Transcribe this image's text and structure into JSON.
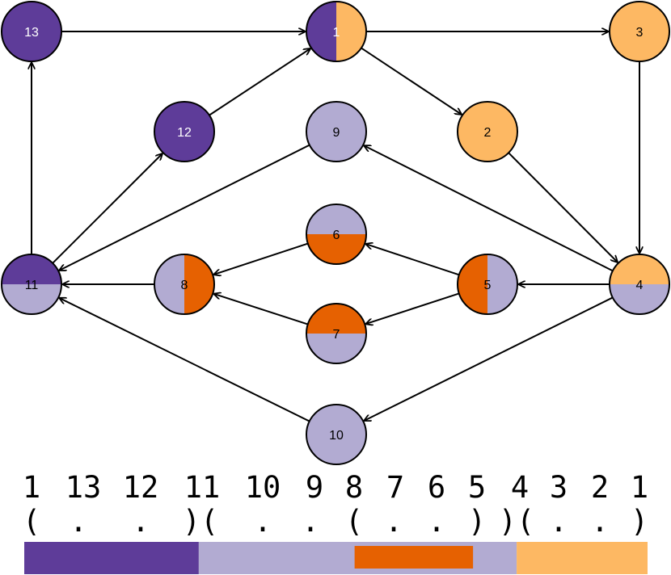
{
  "colors": {
    "dark_purple": "#5e3c99",
    "light_purple": "#b2abd2",
    "dark_orange": "#e66101",
    "light_orange": "#fdb863"
  },
  "nodes": {
    "n1": {
      "label": "1",
      "fill": "split-v",
      "left": "#5e3c99",
      "right": "#fdb863",
      "text_color": "#ffffff"
    },
    "n2": {
      "label": "2",
      "fill": "#fdb863",
      "text_color": "#000000"
    },
    "n3": {
      "label": "3",
      "fill": "#fdb863",
      "text_color": "#000000"
    },
    "n4": {
      "label": "4",
      "fill": "split-h",
      "top": "#fdb863",
      "bottom": "#b2abd2",
      "text_color": "#000000"
    },
    "n5": {
      "label": "5",
      "fill": "split-v",
      "left": "#e66101",
      "right": "#b2abd2",
      "text_color": "#000000"
    },
    "n6": {
      "label": "6",
      "fill": "split-h",
      "top": "#b2abd2",
      "bottom": "#e66101",
      "text_color": "#000000"
    },
    "n7": {
      "label": "7",
      "fill": "split-h",
      "top": "#e66101",
      "bottom": "#b2abd2",
      "text_color": "#000000"
    },
    "n8": {
      "label": "8",
      "fill": "split-v",
      "left": "#b2abd2",
      "right": "#e66101",
      "text_color": "#000000"
    },
    "n9": {
      "label": "9",
      "fill": "#b2abd2",
      "text_color": "#000000"
    },
    "n10": {
      "label": "10",
      "fill": "#b2abd2",
      "text_color": "#000000"
    },
    "n11": {
      "label": "11",
      "fill": "split-h",
      "top": "#5e3c99",
      "bottom": "#b2abd2",
      "text_color": "#000000"
    },
    "n12": {
      "label": "12",
      "fill": "#5e3c99",
      "text_color": "#ffffff"
    },
    "n13": {
      "label": "13",
      "fill": "#5e3c99",
      "text_color": "#ffffff"
    }
  },
  "edges": [
    [
      "n13",
      "n1"
    ],
    [
      "n1",
      "n3"
    ],
    [
      "n1",
      "n2"
    ],
    [
      "n3",
      "n4"
    ],
    [
      "n2",
      "n4"
    ],
    [
      "n4",
      "n9"
    ],
    [
      "n4",
      "n5"
    ],
    [
      "n4",
      "n10"
    ],
    [
      "n5",
      "n6"
    ],
    [
      "n5",
      "n7"
    ],
    [
      "n6",
      "n8"
    ],
    [
      "n7",
      "n8"
    ],
    [
      "n8",
      "n11"
    ],
    [
      "n9",
      "n11"
    ],
    [
      "n10",
      "n11"
    ],
    [
      "n11",
      "n12"
    ],
    [
      "n11",
      "n13"
    ],
    [
      "n12",
      "n1"
    ]
  ],
  "sequence": {
    "numbers": [
      "1",
      "13",
      "12",
      "11",
      "10",
      "9",
      "8",
      "7",
      "6",
      "5",
      "4",
      "3",
      "2",
      "1"
    ],
    "brackets": [
      "(",
      ".",
      ".",
      ")(",
      ".",
      ".",
      "(",
      ".",
      ".",
      ")",
      ")(",
      ".",
      ".",
      ")"
    ]
  },
  "bar": {
    "segments": [
      {
        "color": "#5e3c99",
        "from": 0,
        "to": 0.28
      },
      {
        "color": "#b2abd2",
        "from": 0.28,
        "to": 0.79
      },
      {
        "color": "#fdb863",
        "from": 0.79,
        "to": 1.0
      }
    ],
    "inner_segment": {
      "color": "#e66101",
      "from": 0.53,
      "to": 0.72
    }
  }
}
